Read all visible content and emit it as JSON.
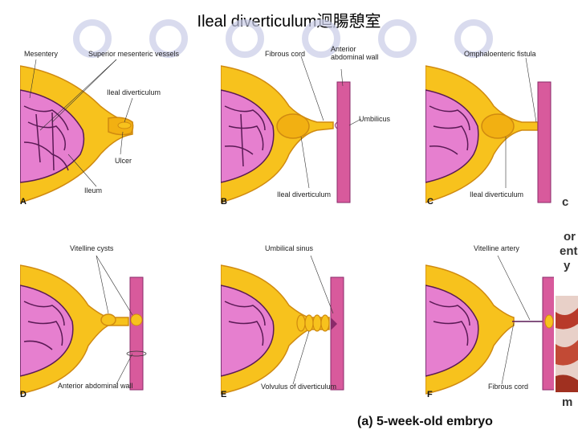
{
  "slide": {
    "title": "Ileal diverticulum迴腸憩室"
  },
  "panels": {
    "A": {
      "letter": "A",
      "labels": {
        "mesentery": "Mesentery",
        "vessels": "Superior mesenteric vessels",
        "diverticulum": "Ileal diverticulum",
        "ulcer": "Ulcer",
        "ileum": "Ileum"
      }
    },
    "B": {
      "letter": "B",
      "labels": {
        "fibrous_cord": "Fibrous cord",
        "wall": "Anterior abdominal wall",
        "umbilicus": "Umbilicus",
        "diverticulum": "Ileal diverticulum"
      }
    },
    "C": {
      "letter": "C",
      "labels": {
        "fistula": "Omphaloenteric fistula",
        "diverticulum": "Ileal diverticulum"
      }
    },
    "D": {
      "letter": "D",
      "labels": {
        "cysts": "Vitelline cysts",
        "wall": "Anterior abdominal wall"
      }
    },
    "E": {
      "letter": "E",
      "labels": {
        "sinus": "Umbilical sinus",
        "volvulus": "Volvulus of diverticulum"
      }
    },
    "F": {
      "letter": "F",
      "labels": {
        "artery": "Vitelline artery",
        "cord": "Fibrous cord"
      }
    }
  },
  "caption": "(a) 5-week-old embryo",
  "cut_off_text": [
    "c",
    "or",
    "ent",
    "y",
    "m"
  ],
  "colors": {
    "bowel_yellow": "#f7c21d",
    "bowel_outline": "#d08a10",
    "mesentery_pink": "#e67fcf",
    "vessel_purple": "#5a1a55",
    "wall_pink": "#d85a9c"
  }
}
